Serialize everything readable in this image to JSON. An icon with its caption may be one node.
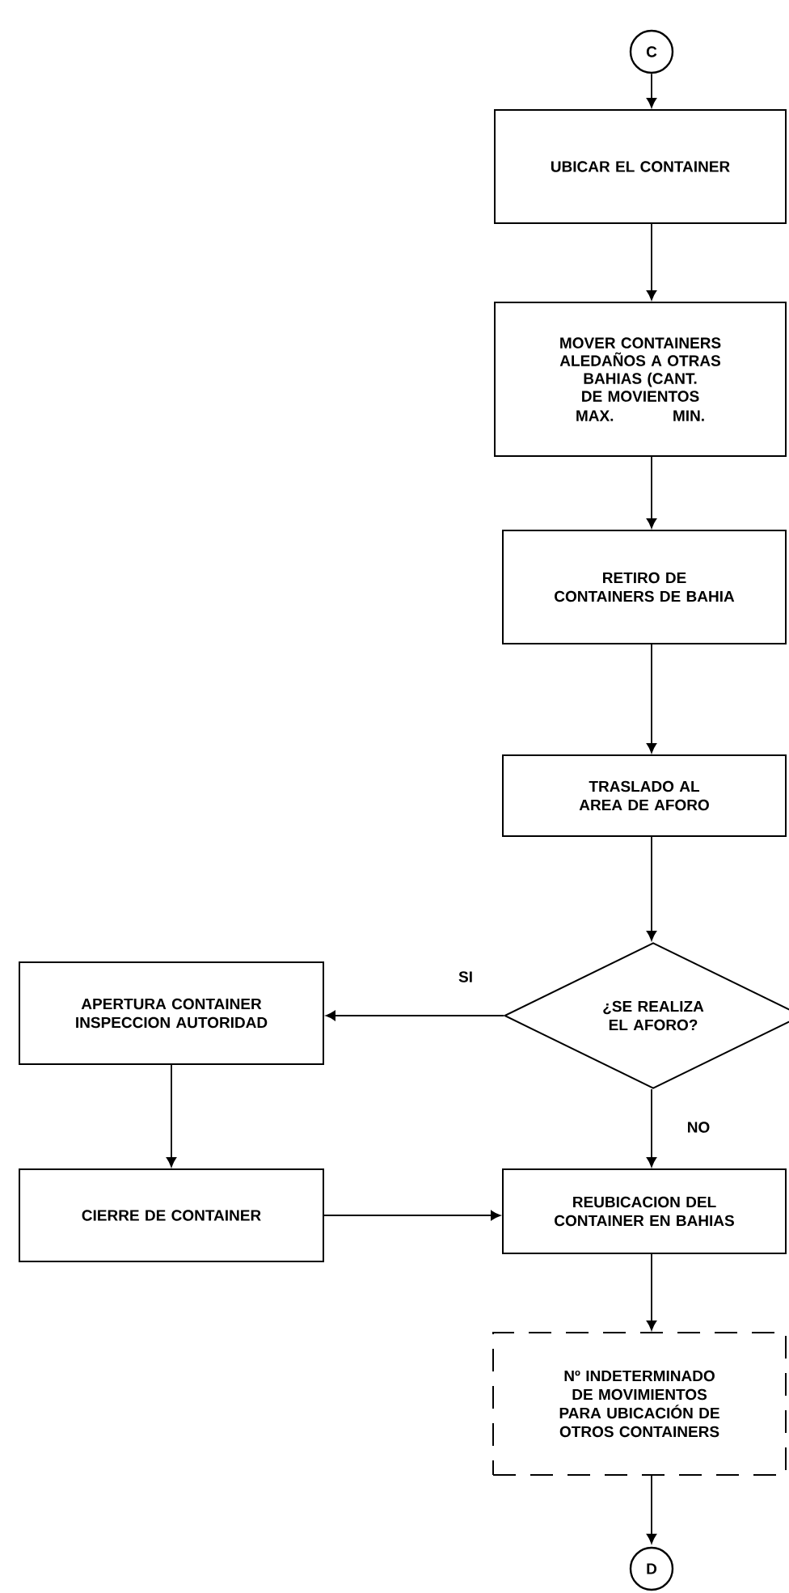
{
  "diagram": {
    "nodes": [
      {
        "text": [
          "C"
        ]
      },
      {
        "text": [
          "UBICAR EL CONTAINER"
        ]
      },
      {
        "text": [
          "MOVER CONTAINERS ALEDAÑOS A OTRAS BAHIAS (CANT. DE MOVIENTOS",
          "MAX.",
          "MIN."
        ]
      },
      {
        "text": [
          "RETIRO DE CONTAINERS DE BAHIA"
        ]
      },
      {
        "text": [
          "TRASLADO AL AREA DE AFORO"
        ]
      },
      {
        "text": [
          "¿SE REALIZA EL AFORO?"
        ]
      },
      {
        "text": [
          "APERTURA CONTAINER INSPECCION AUTORIDAD"
        ]
      },
      {
        "text": [
          "CIERRE DE CONTAINER"
        ]
      },
      {
        "text": [
          "REUBICACION DEL CONTAINER EN BAHIAS"
        ]
      },
      {
        "text": [
          "Nº INDETERMINADO DE MOVIMIENTOS PARA UBICACIÓN DE OTROS CONTAINERS"
        ]
      },
      {
        "text": [
          "D"
        ]
      }
    ],
    "edges": [
      {
        "from": 0,
        "to": 1,
        "arrow": "to"
      },
      {
        "from": 1,
        "to": 2,
        "arrow": "to"
      },
      {
        "from": 2,
        "to": 3,
        "arrow": "to"
      },
      {
        "from": 3,
        "to": 4,
        "arrow": "to"
      },
      {
        "from": 4,
        "to": 5,
        "arrow": "to"
      },
      {
        "from": 5,
        "to": 6,
        "arrow": "to",
        "label": "SI"
      },
      {
        "from": 5,
        "to": 8,
        "arrow": "to",
        "label": "NO"
      },
      {
        "from": 6,
        "to": 7,
        "arrow": "to"
      },
      {
        "from": 7,
        "to": 8,
        "arrow": "to"
      },
      {
        "from": 8,
        "to": 9,
        "arrow": "to"
      },
      {
        "from": 9,
        "to": 10,
        "arrow": "to"
      }
    ]
  }
}
